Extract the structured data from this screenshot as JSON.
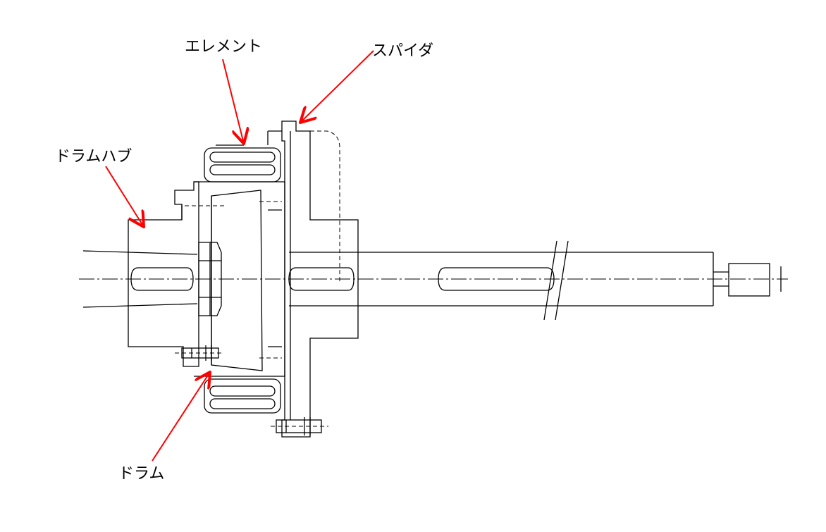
{
  "labels": {
    "element": "エレメント",
    "spider": "スパイダ",
    "drum_hub": "ドラムハブ",
    "drum": "ドラム"
  },
  "colors": {
    "arrow": "#ff0000",
    "line": "#000000",
    "background": "#ffffff"
  }
}
